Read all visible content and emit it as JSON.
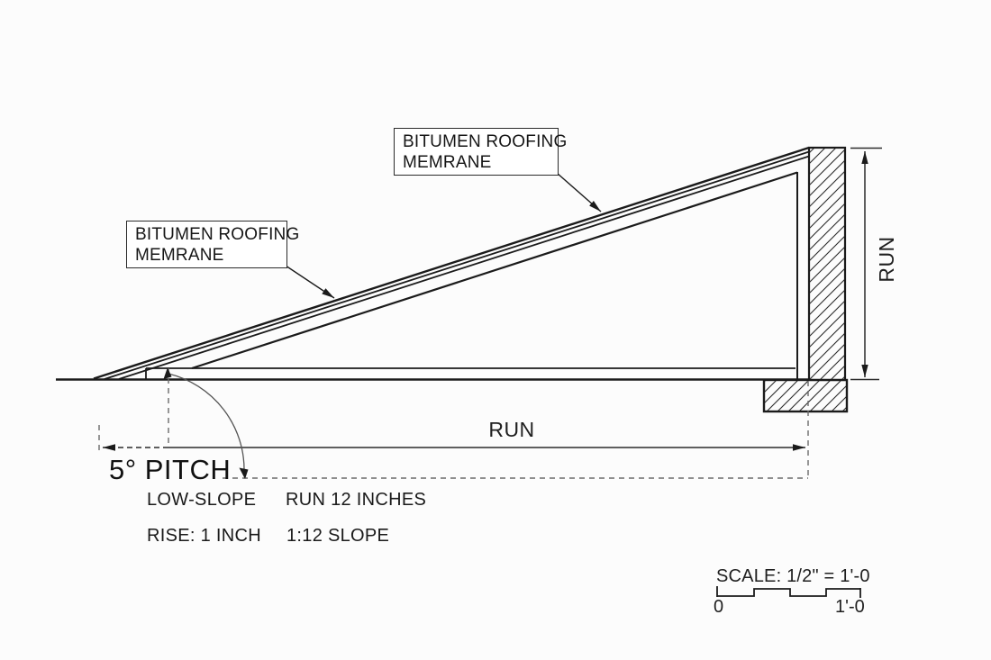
{
  "diagram": {
    "title": "Low-slope roof section detail",
    "callouts": {
      "upper": {
        "line1": "BITUMEN ROOFING",
        "line2": "MEMRANE"
      },
      "lower": {
        "line1": "BITUMEN ROOFING",
        "line2": "MEMRANE"
      }
    },
    "dimensions": {
      "run_horizontal": "RUN",
      "run_vertical": "RUN"
    },
    "pitch": {
      "angle_label": "5° PITCH",
      "slope_type": "LOW-SLOPE",
      "run_note": "RUN 12 INCHES",
      "rise_note": "RISE: 1 INCH",
      "ratio_note": "1:12 SLOPE"
    },
    "scale_bar": {
      "label": "SCALE: 1/2\" = 1'-0",
      "left_value": "0",
      "right_value": "1'-0"
    },
    "colors": {
      "line": "#1b1b1b",
      "dashed": "#6a6a6a",
      "background": "#fcfcfc"
    }
  }
}
